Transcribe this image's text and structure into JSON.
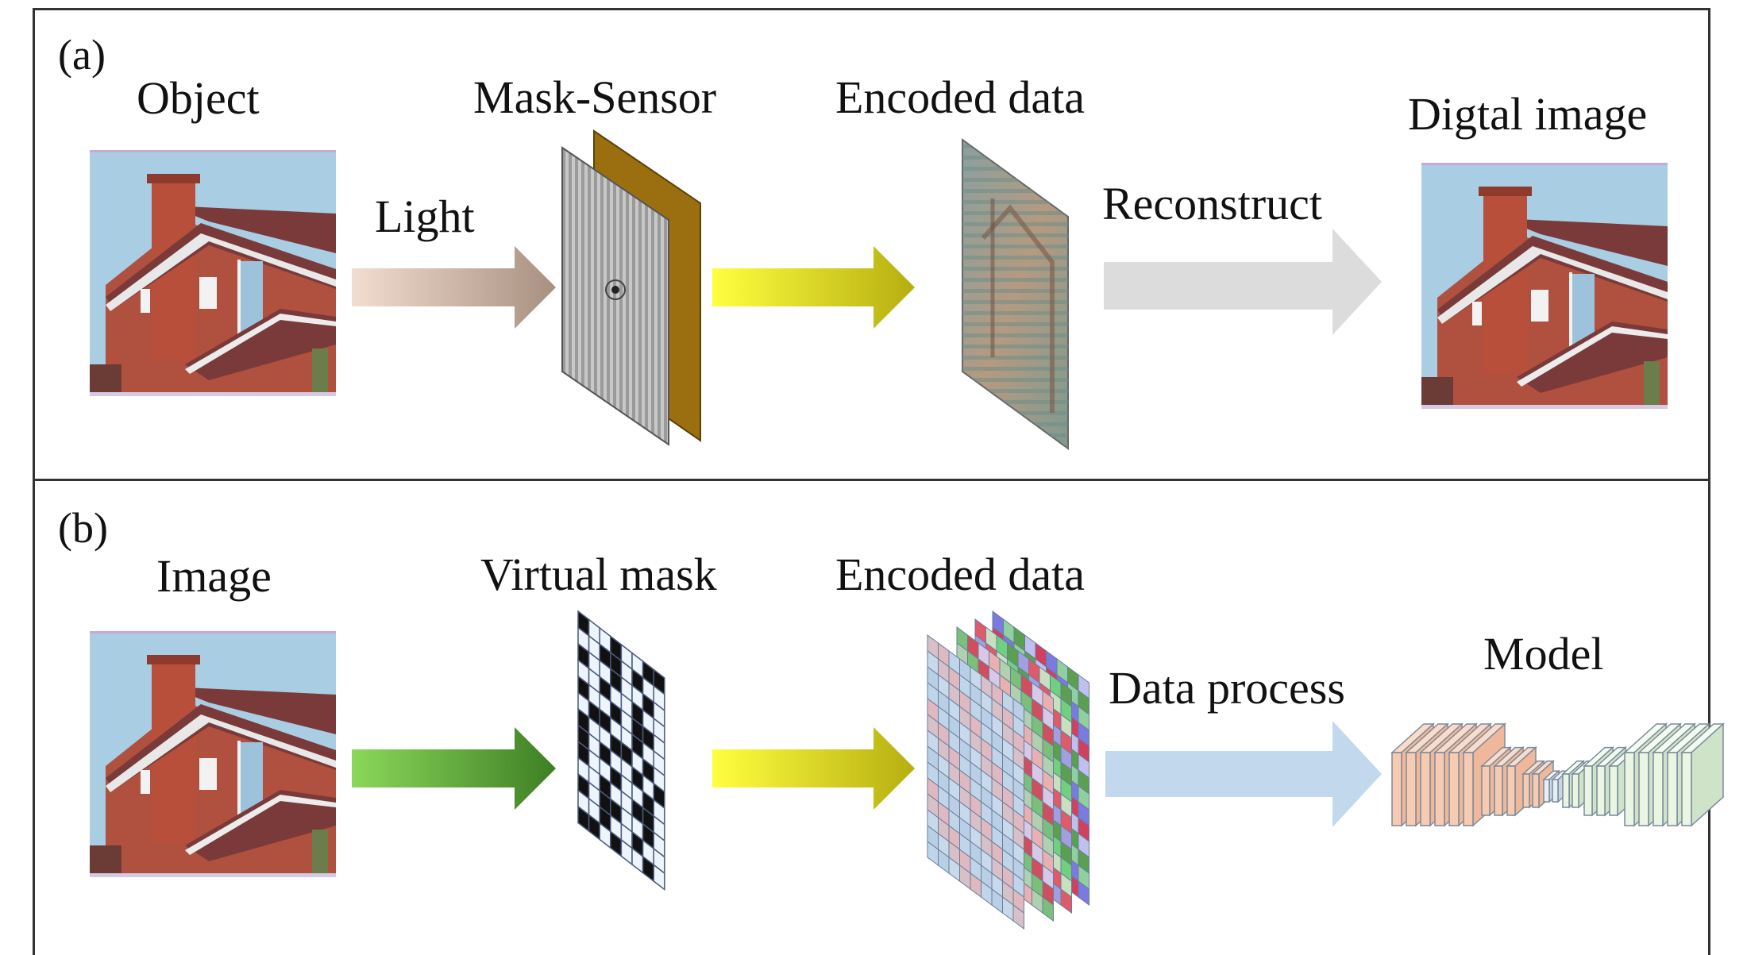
{
  "panel_a": {
    "tag": "(a)",
    "labels": {
      "object": "Object",
      "mask_sensor": "Mask-Sensor",
      "encoded_data": "Encoded data",
      "digital_image": "Digtal image",
      "light": "Light",
      "reconstruct": "Reconstruct"
    }
  },
  "panel_b": {
    "tag": "(b)",
    "labels": {
      "image": "Image",
      "virtual_mask": "Virtual mask",
      "encoded_data": "Encoded data",
      "model": "Model",
      "data_process": "Data process"
    }
  },
  "colors": {
    "sky": "#a9cde3",
    "brick": "#b0503f",
    "roof": "#7a3a3a",
    "light_arrow_start": "#f3ddd0",
    "light_arrow_end": "#a89080",
    "yellow_arrow_start": "#ffff40",
    "yellow_arrow_end": "#b6ae10",
    "grey_arrow": "#dcdcdc",
    "green_arrow_start": "#8bd85a",
    "green_arrow_end": "#3e7f25",
    "blue_arrow": "#c2d8ec",
    "sensor_gold": "#9b6f10",
    "model_peach": "#f4c3a7",
    "model_mint": "#e8f4e0"
  }
}
